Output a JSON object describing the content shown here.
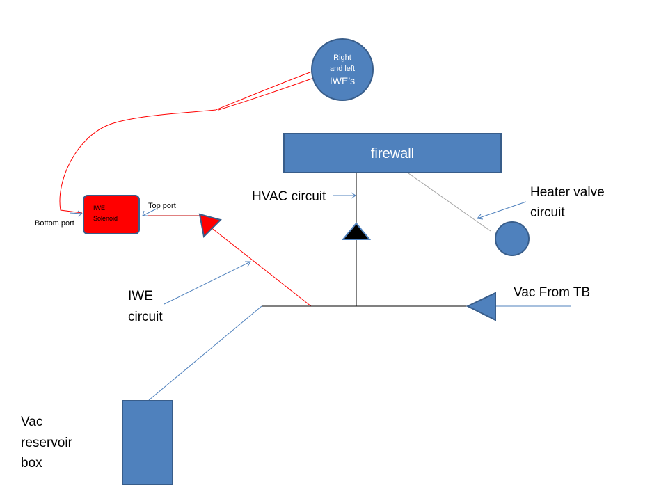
{
  "colors": {
    "blue_fill": "#4F81BD",
    "blue_stroke": "#385D8A",
    "red_fill": "#FF0000",
    "red_stroke": "#C00000",
    "line_black": "#000000",
    "line_gray": "#A6A6A6"
  },
  "nodes": {
    "iwes": {
      "line1": "Right",
      "line2": "and left",
      "line3": "IWE’s"
    },
    "firewall": {
      "label": "firewall"
    },
    "solenoid": {
      "line1": "IWE",
      "line2": "Solenoid"
    }
  },
  "labels": {
    "hvac": "HVAC circuit",
    "heater_line1": "Heater valve",
    "heater_line2": "circuit",
    "top_port": "Top port",
    "bottom_port": "Bottom port",
    "iwe_line1": "IWE",
    "iwe_line2": "circuit",
    "vac_from_tb": "Vac From TB",
    "reservoir_line1": "Vac",
    "reservoir_line2": "reservoir",
    "reservoir_line3": "box"
  }
}
